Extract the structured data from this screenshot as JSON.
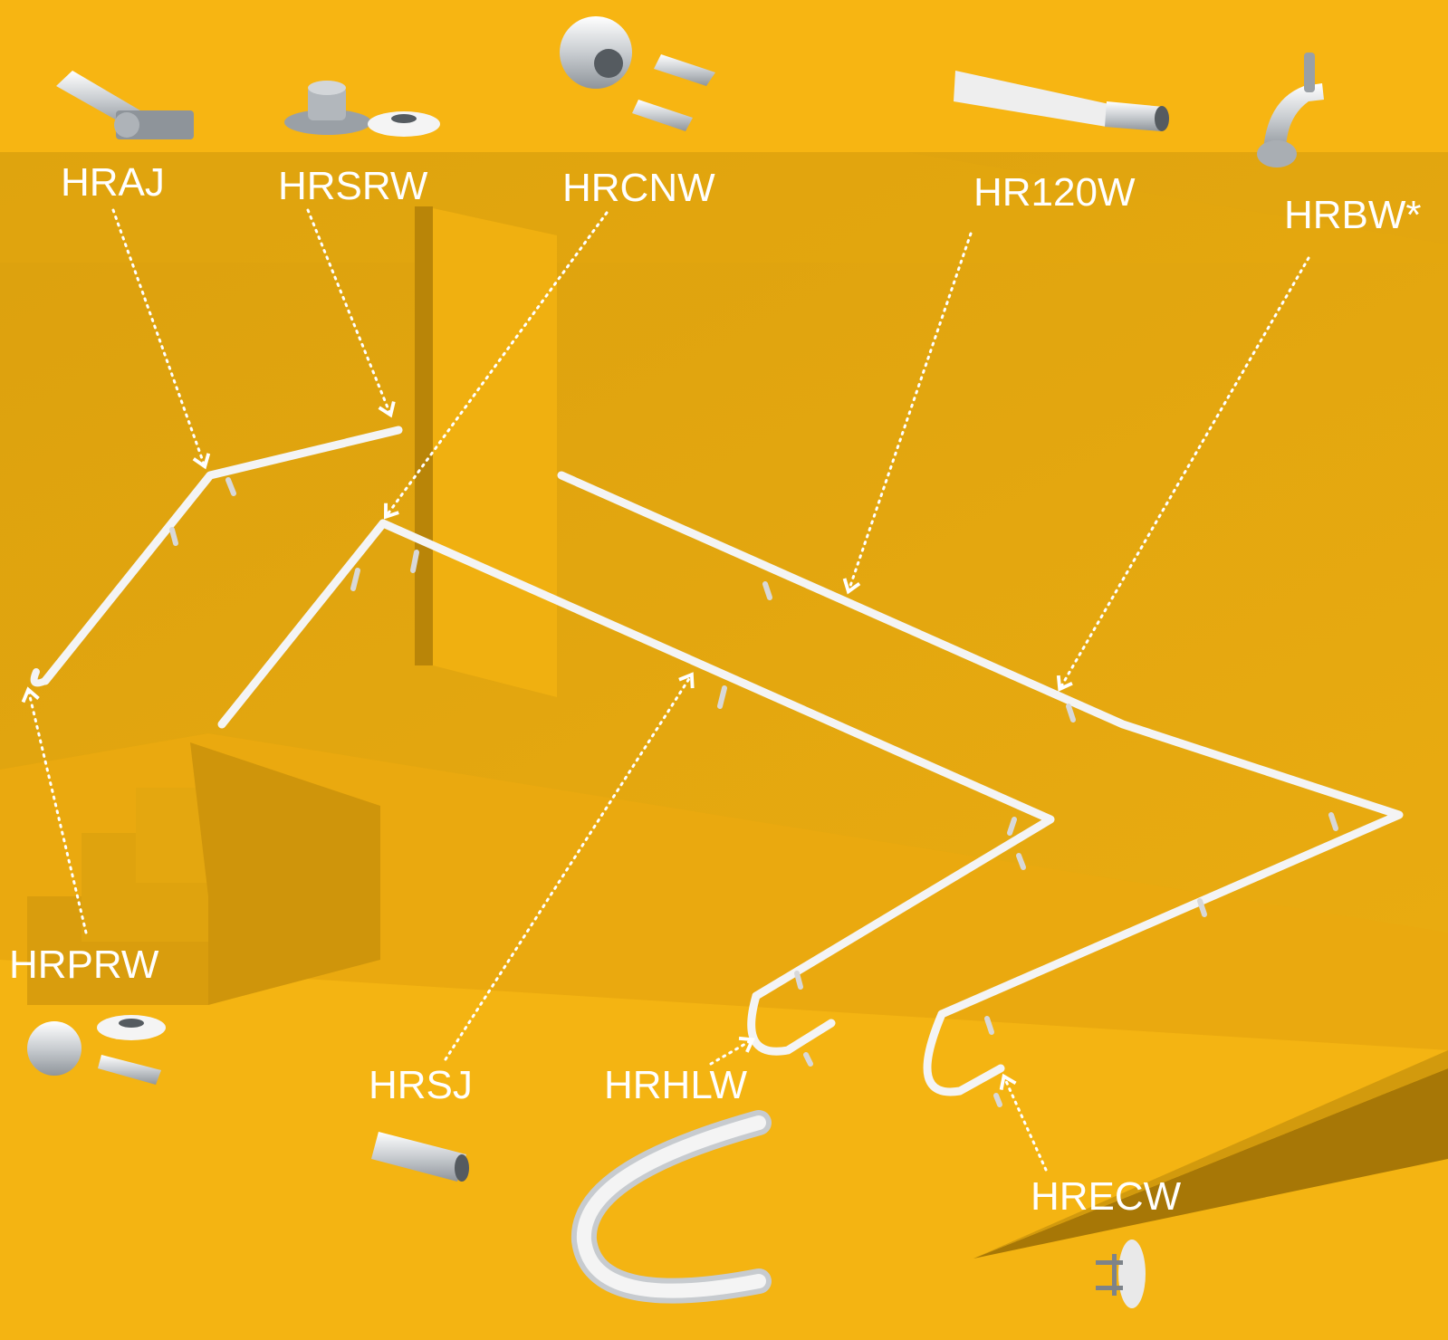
{
  "labels": {
    "hraj": "HRAJ",
    "hrsrw": "HRSRW",
    "hrcnw": "HRCNW",
    "hr120w": "HR120W",
    "hrbw": "HRBW*",
    "hrprw": "HRPRW",
    "hrsj": "HRSJ",
    "hrhlw": "HRHLW",
    "hrecw": "HRECW"
  },
  "colors": {
    "background": "#f7b512",
    "wall": "#e0a60f",
    "wall_dark": "#c8900a",
    "floor": "#f2b010",
    "label": "#ffffff",
    "rail": "#f4f4f4"
  }
}
